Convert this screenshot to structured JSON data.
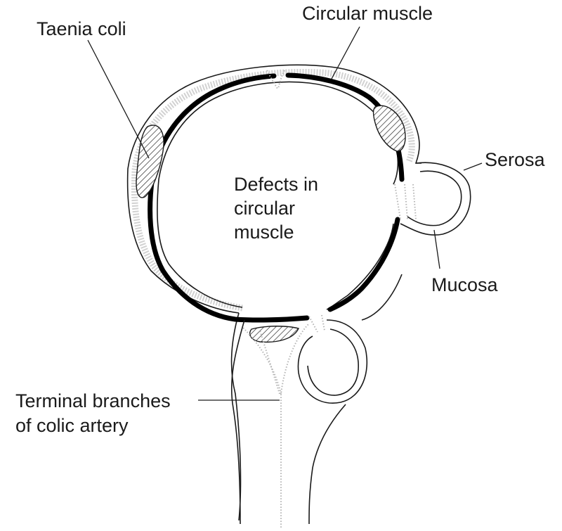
{
  "diagram": {
    "labels": {
      "taenia_coli": "Taenia coli",
      "circular_muscle": "Circular muscle",
      "serosa": "Serosa",
      "defects_line1": "Defects in",
      "defects_line2": "circular",
      "defects_line3": "muscle",
      "mucosa": "Mucosa",
      "terminal_line1": "Terminal branches",
      "terminal_line2": "of colic artery"
    }
  }
}
